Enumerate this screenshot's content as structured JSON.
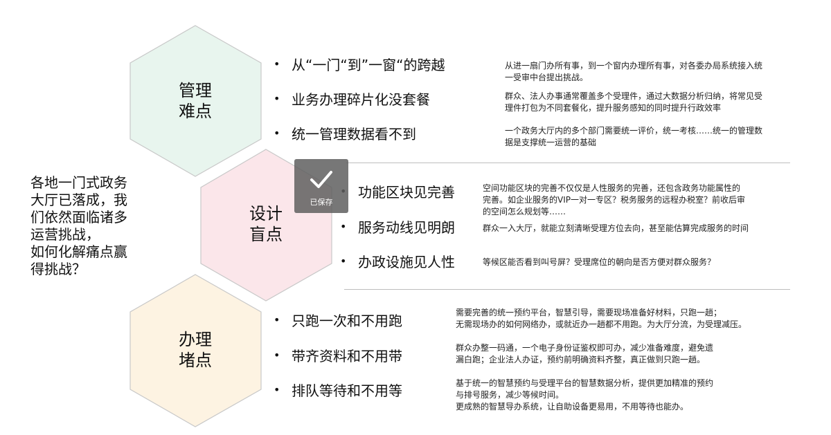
{
  "intro": {
    "lines": [
      "各地一门式政务",
      "大厅已落成，我",
      "们依然面临诸多",
      "运营挑战，",
      "如何化解痛点赢",
      "得挑战？"
    ]
  },
  "groups": [
    {
      "label": [
        "管理",
        "难点"
      ],
      "fill": "#e8f5ee",
      "items": [
        {
          "title": "从“一门“到”一窗“的跨越",
          "desc": [
            "从进一扇门办所有事，到一个窗内办理所有事，对各委办局系统接入统",
            "一受审中台提出挑战。"
          ]
        },
        {
          "title": "业务办理碎片化没套餐",
          "desc": [
            "群众、法人办事通常覆盖多个受理件，通过大数据分析归纳，将常见受",
            "理件打包为不同套餐化，提升服务感知的同时提升行政效率"
          ]
        },
        {
          "title": "统一管理数据看不到",
          "desc": [
            "一个政务大厅内的多个部门需要统一评价，统一考核……统一的管理数",
            "据是支撑统一运营的基础"
          ]
        }
      ]
    },
    {
      "label": [
        "设计",
        "盲点"
      ],
      "fill": "#fbe6ea",
      "items": [
        {
          "title": "功能区块见完善",
          "desc": [
            "空间功能区块的完善不仅仅是人性服务的完善，还包含政务功能属性的",
            "完善。如企业服务的VIP一对一专区？税务服务的远程办税室？前收后审",
            "的空间怎么规划等……"
          ]
        },
        {
          "title": "服务动线见明朗",
          "desc": [
            "群众一入大厅，就能立刻清晰受理方位去向，甚至能估算完成服务的时间"
          ]
        },
        {
          "title": "办政设施见人性",
          "desc": [
            "等候区能否看到叫号屏？受理席位的朝向是否方便对群众服务？"
          ]
        }
      ]
    },
    {
      "label": [
        "办理",
        "堵点"
      ],
      "fill": "#fdf3e2",
      "items": [
        {
          "title": "只跑一次和不用跑",
          "desc": [
            "需要完善的统一预约平台，智慧引导，需要现场准备好材料，只跑一趟；",
            "无需现场办的如何网络办，或就近办一趟都不用跑。为大厅分流，为受理减压。"
          ]
        },
        {
          "title": "带齐资料和不用带",
          "desc": [
            "群众办整一码通，一个电子身份证鉴权即可办，减少准备难度，避免遗",
            "漏白跑；企业法人办证，预约前明确资料齐整，真正做到只跑一趟。"
          ]
        },
        {
          "title": "排队等待和不用等",
          "desc": [
            "基于统一的智慧预约与受理平台的智慧数据分析，提供更加精准的预约",
            "与排号服务，减少等候时间。",
            "更成熟的智慧导办系统，让自助设备更易用，不用等待也能办。"
          ]
        }
      ]
    }
  ],
  "toast": {
    "text": "已保存",
    "icon": "checkmark-icon"
  },
  "colors": {
    "hex_stroke": "#c8c8c8",
    "divider": "#bdbdbd",
    "toast_bg": "#5f5f5f"
  }
}
